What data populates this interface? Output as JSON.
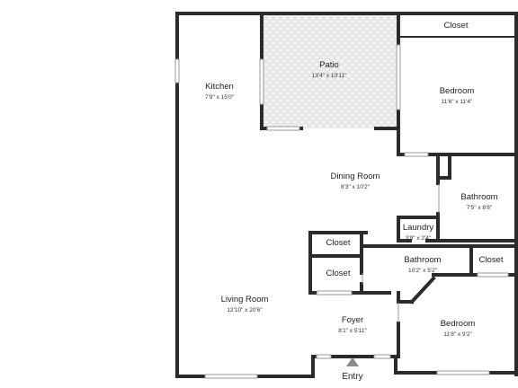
{
  "rooms": [
    {
      "key": "kitchen",
      "name": "Kitchen",
      "dims": "7'9\" x 15'0\""
    },
    {
      "key": "patio",
      "name": "Patio",
      "dims": "13'4\" x 10'11\""
    },
    {
      "key": "closet_top",
      "name": "Closet",
      "dims": ""
    },
    {
      "key": "bedroom_top",
      "name": "Bedroom",
      "dims": "11'6\" x 11'4\""
    },
    {
      "key": "dining",
      "name": "Dining Room",
      "dims": "8'3\" x 10'2\""
    },
    {
      "key": "bathroom_right",
      "name": "Bathroom",
      "dims": "7'5\" x 8'8\""
    },
    {
      "key": "laundry",
      "name": "Laundry",
      "dims": "3'9\" x 2'4\""
    },
    {
      "key": "closet_mid1",
      "name": "Closet",
      "dims": ""
    },
    {
      "key": "closet_mid2",
      "name": "Closet",
      "dims": ""
    },
    {
      "key": "bathroom_center",
      "name": "Bathroom",
      "dims": "10'2\" x 5'2\""
    },
    {
      "key": "closet_right",
      "name": "Closet",
      "dims": ""
    },
    {
      "key": "living",
      "name": "Living Room",
      "dims": "12'10\" x 20'6\""
    },
    {
      "key": "foyer",
      "name": "Foyer",
      "dims": "8'1\" x 5'11\""
    },
    {
      "key": "bedroom_bottom",
      "name": "Bedroom",
      "dims": "11'8\" x 9'2\""
    }
  ],
  "entry": {
    "label": "Entry"
  },
  "colors": {
    "wall": "#2b2b2b",
    "patio_fill": "#f2f2f2",
    "window": "#bdbdbd"
  }
}
